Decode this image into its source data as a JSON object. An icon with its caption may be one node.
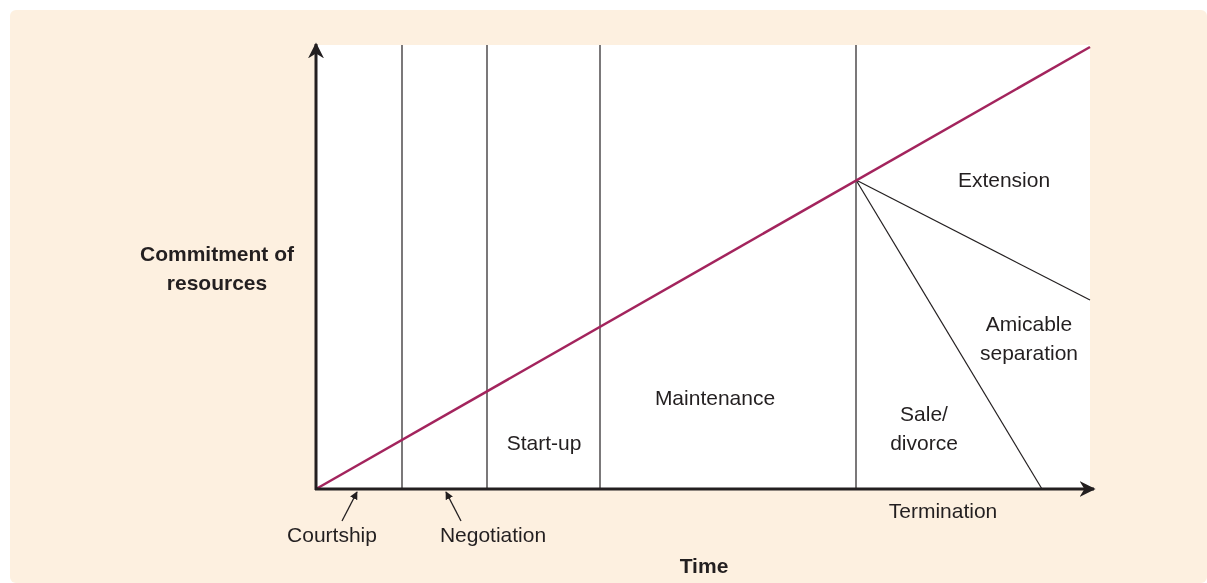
{
  "diagram": {
    "nodes": [
      {
        "text": [
          "Courtship"
        ]
      },
      {
        "text": [
          "Negotiation"
        ]
      }
    ],
    "edges": [
      {
        "from": 0,
        "to": null,
        "arrow": "to"
      },
      {
        "from": 1,
        "to": null,
        "arrow": "to"
      }
    ],
    "labels": [
      "Extension",
      "Commitment of resources",
      "Amicable separation",
      "Maintenance",
      "Start-up",
      "Sale/ divorce",
      "Termination",
      "Time"
    ]
  }
}
